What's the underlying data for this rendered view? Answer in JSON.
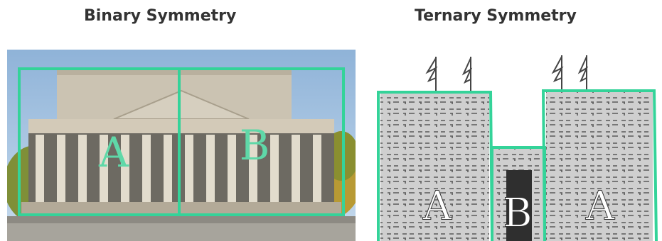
{
  "left": {
    "title": "Binary Symmetry",
    "labels": [
      "A",
      "B"
    ]
  },
  "right": {
    "title": "Ternary Symmetry",
    "labels": [
      "A",
      "B",
      "A"
    ]
  },
  "colors": {
    "frame": "#34d399",
    "sky": "#9fc1e0",
    "building": "#cfc6b6",
    "relief": "#c8c8c8"
  }
}
